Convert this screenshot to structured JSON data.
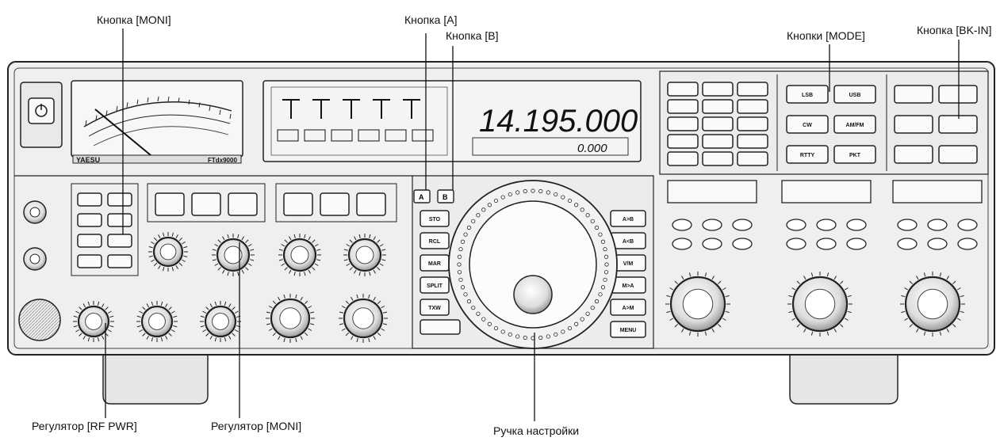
{
  "display": {
    "frequency": "14.195.000",
    "sub_frequency": "0.000"
  },
  "front_panel": {
    "brand": "YAESU",
    "model": "FTdx9000",
    "button_labels": {
      "tuning_left": [
        "STO",
        "RCL",
        "MAR",
        "SPLIT",
        "TXW"
      ],
      "tuning_right": [
        "A>B",
        "A<B",
        "V/M",
        "M>A",
        "A>M",
        "MENU"
      ],
      "mode": [
        "LSB",
        "USB",
        "CW",
        "AM/FM",
        "RTTY",
        "PKT"
      ]
    }
  },
  "callouts": {
    "moni_button": "Кнопка [MONI]",
    "a_button": "Кнопка [A]",
    "b_button": "Кнопка [B]",
    "mode_buttons": "Кнопки [MODE]",
    "bkin_button": "Кнопка [BK-IN]",
    "rf_pwr_knob": "Регулятор [RF PWR]",
    "moni_knob": "Регулятор [MONI]",
    "tuning_knob": "Ручка настройки"
  },
  "colors": {
    "panel": "#eeeeee",
    "outline": "#222222",
    "lcd": "#f4f4f4"
  }
}
